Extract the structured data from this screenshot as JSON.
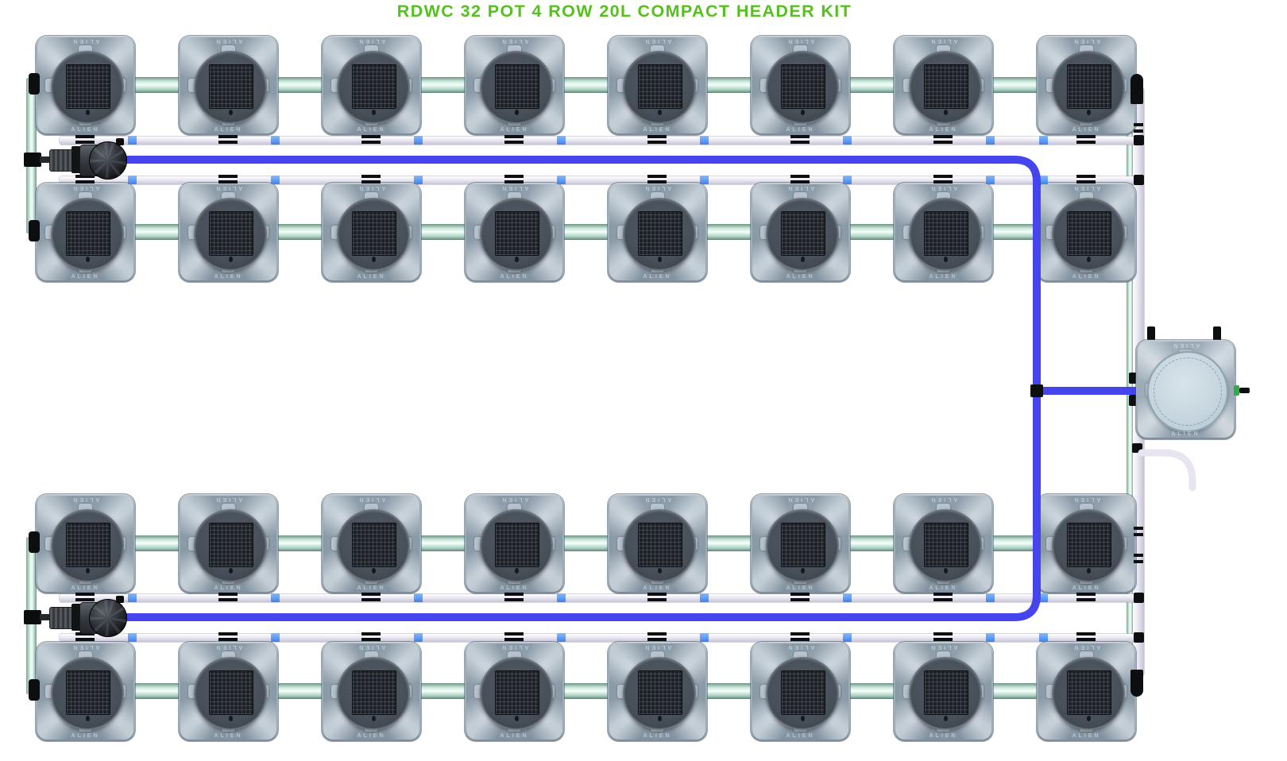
{
  "title": {
    "text": "RDWC 32 POT 4 ROW 20L COMPACT HEADER KIT"
  },
  "brand": "ALIEN",
  "system": {
    "pot_total": 32,
    "row_count": 4,
    "pots_per_row": 8,
    "pot_volume": "20L",
    "pump_count": 2,
    "header_tank_count": 1
  },
  "colors": {
    "title_green": "#55c01e",
    "delivery_pipe_blue": "#4644ec",
    "connector_blue": "#5f9ef6",
    "return_pipe_white": "#eae8f3",
    "link_pipe_teal": "#cfe9dc",
    "pot_body": "#b7c4cf",
    "pot_lid": "#474f59",
    "tank_lid": "#c6d5de",
    "fitting_black": "#0d0e10",
    "valve_green": "#2fae44"
  }
}
